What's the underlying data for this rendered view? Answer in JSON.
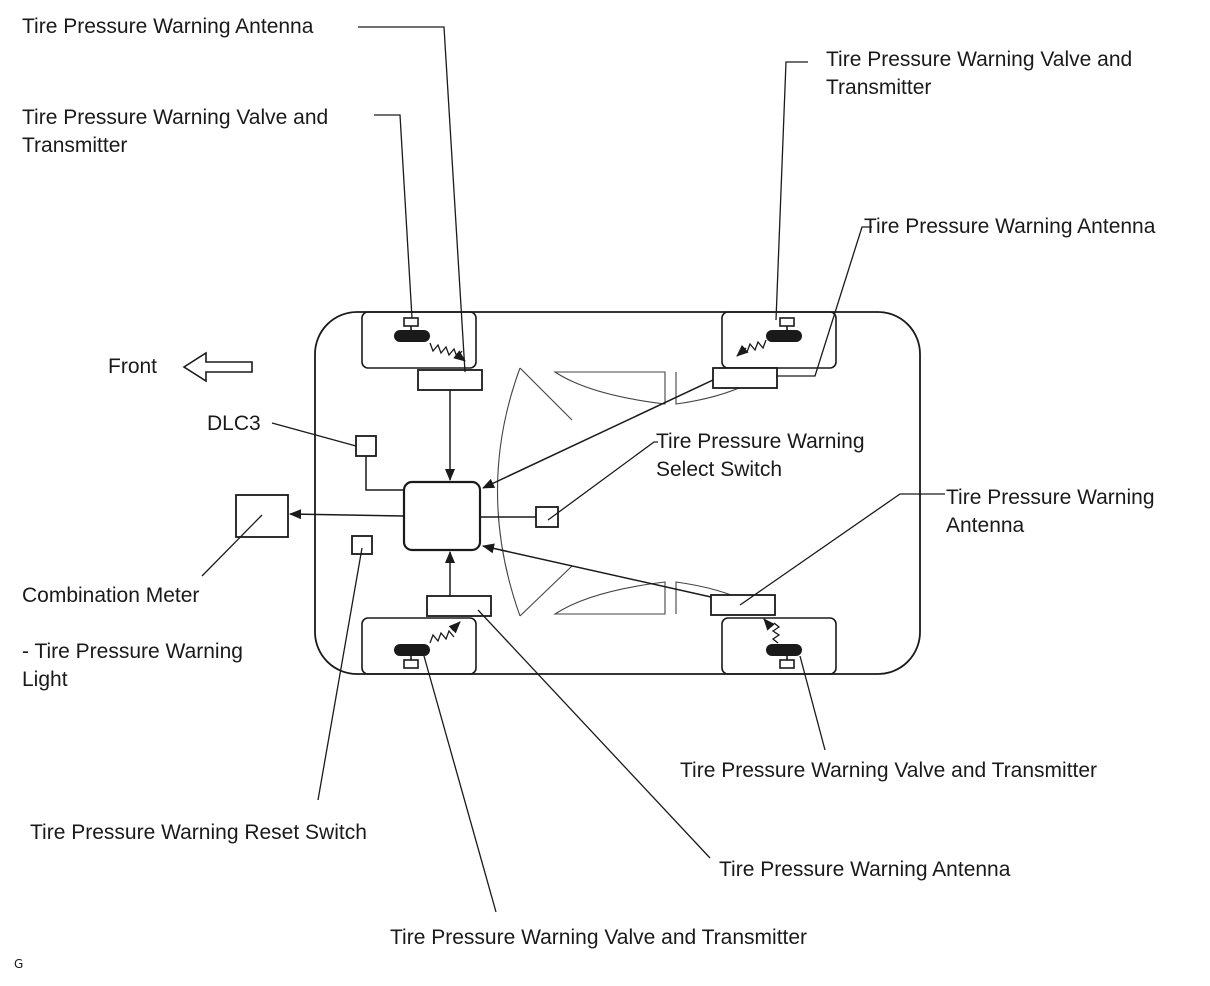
{
  "labels": {
    "antenna_front_left": "Tire Pressure Warning Antenna",
    "valve_front_left_l1": "Tire Pressure Warning Valve and",
    "valve_front_left_l2": "Transmitter",
    "valve_rear_left_l1": "Tire Pressure Warning Valve and",
    "valve_rear_left_l2": "Transmitter",
    "antenna_rear_left": "Tire Pressure Warning Antenna",
    "front": "Front",
    "dlc3": "DLC3",
    "select_switch_l1": "Tire Pressure Warning",
    "select_switch_l2": "Select Switch",
    "antenna_rear_right_l1": "Tire Pressure Warning",
    "antenna_rear_right_l2": "Antenna",
    "combination_meter": "Combination Meter",
    "warning_light_l1": "- Tire Pressure Warning",
    "warning_light_l2": "Light",
    "valve_rear_right": "Tire Pressure Warning Valve and Transmitter",
    "reset_switch": "Tire Pressure Warning Reset Switch",
    "antenna_front_right": "Tire Pressure Warning Antenna",
    "valve_front_right": "Tire Pressure Warning Valve and Transmitter",
    "corner_code": "G"
  }
}
